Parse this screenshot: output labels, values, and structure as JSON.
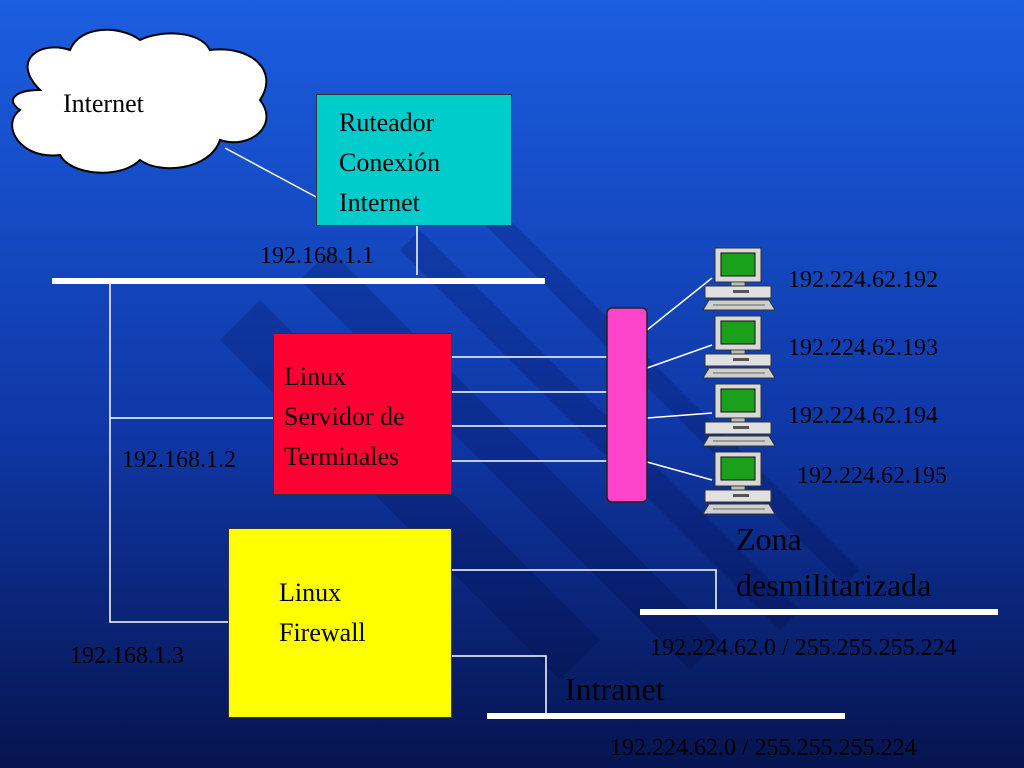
{
  "colors": {
    "background_top": "#1b5ee0",
    "background_bottom": "#06144f",
    "router_box": "#00cccc",
    "terminal_server_box": "#ff0033",
    "firewall_box": "#ffff00",
    "switch": "#ff44cc",
    "lines": "#ffffff"
  },
  "nodes": {
    "internet": {
      "label": "Internet",
      "icon": "cloud-icon"
    },
    "router": {
      "lines": [
        "Ruteador",
        "Conexión",
        "Internet"
      ],
      "ip": "192.168.1.1"
    },
    "terminal_server": {
      "lines": [
        "Linux",
        "Servidor de",
        "Terminales"
      ],
      "ip": "192.168.1.2"
    },
    "firewall": {
      "lines": [
        "Linux",
        "Firewall"
      ],
      "ip": "192.168.1.3"
    },
    "terminals": [
      {
        "ip": "192.224.62.192",
        "icon": "computer-icon"
      },
      {
        "ip": "192.224.62.193",
        "icon": "computer-icon"
      },
      {
        "ip": "192.224.62.194",
        "icon": "computer-icon"
      },
      {
        "ip": "192.224.62.195",
        "icon": "computer-icon"
      }
    ]
  },
  "networks": {
    "dmz": {
      "label_line1": "Zona",
      "label_line2": "desmilitarizada",
      "subnet": "192.224.62.0 / 255.255.255.224"
    },
    "intranet": {
      "label": "Intranet",
      "subnet": "192.224.62.0 / 255.255.255.224"
    }
  }
}
